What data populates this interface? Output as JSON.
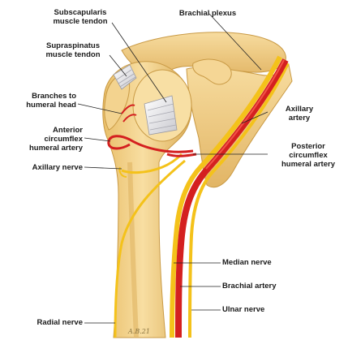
{
  "labels": {
    "subscapularis": "Subscapularis\nmuscle tendon",
    "brachial_plexus": "Brachial plexus",
    "supraspinatus": "Supraspinatus\nmuscle tendon",
    "branches_humeral_head": "Branches to\nhumeral head",
    "axillary_artery": "Axillary\nartery",
    "anterior_circumflex": "Anterior\ncircumflex\nhumeral artery",
    "posterior_circumflex": "Posterior\ncircumflex\nhumeral artery",
    "axillary_nerve": "Axillary nerve",
    "median_nerve": "Median nerve",
    "brachial_artery": "Brachial artery",
    "ulnar_nerve": "Ulnar nerve",
    "radial_nerve": "Radial nerve"
  },
  "signature": "A.B.21",
  "colors": {
    "bone": "#f2d08a",
    "bone_edge": "#c99a45",
    "artery": "#d42020",
    "nerve": "#f4c21a",
    "tendon": "#e8e8ec",
    "leader": "#222222"
  }
}
